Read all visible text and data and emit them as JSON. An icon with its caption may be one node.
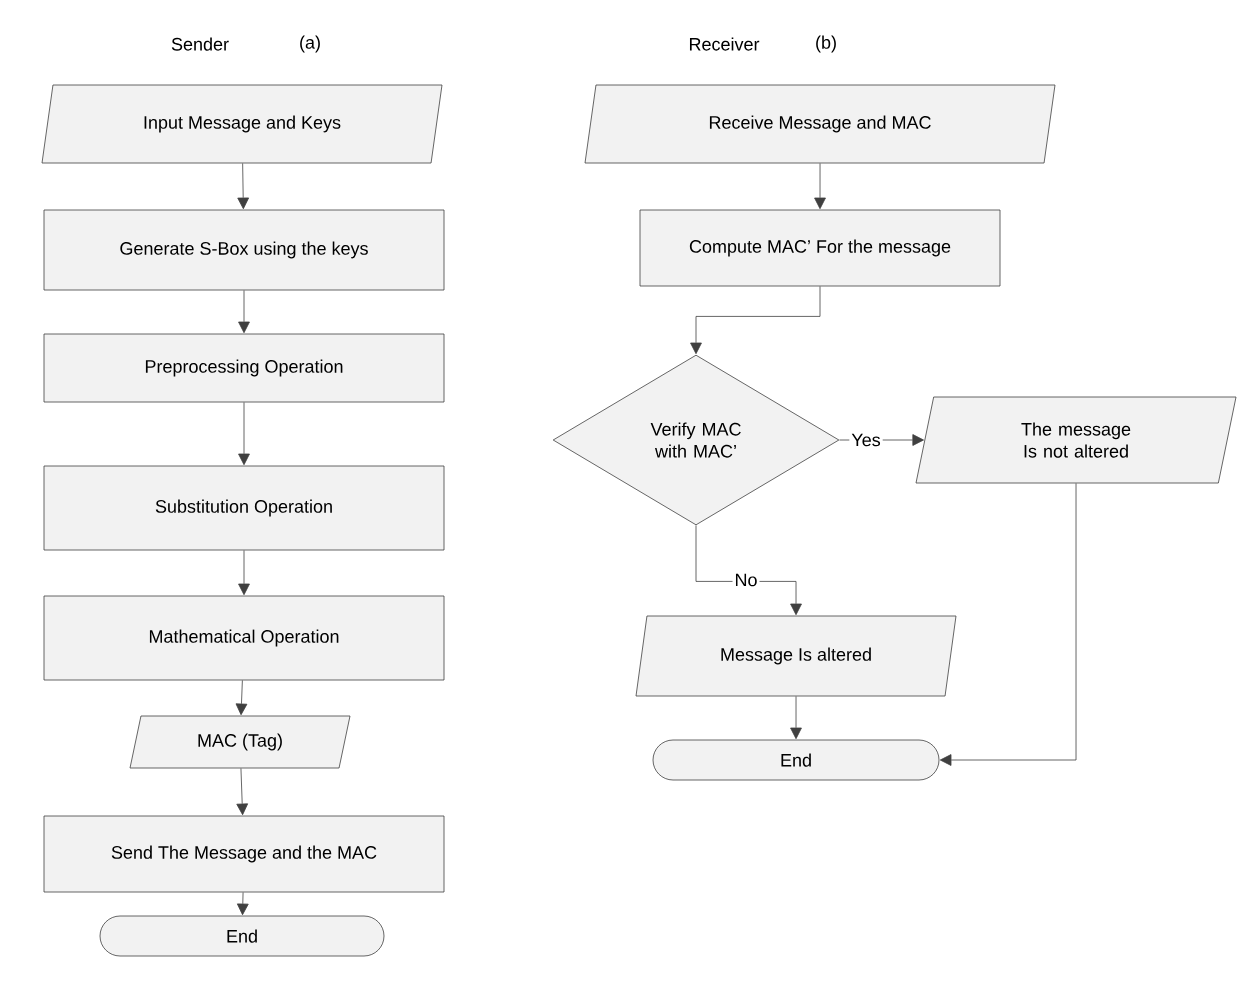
{
  "diagram": {
    "nodes": [
      {
        "text": [
          "Input Message and Keys"
        ]
      },
      {
        "text": [
          "Generate S-Box using the keys"
        ]
      },
      {
        "text": [
          "Preprocessing Operation"
        ]
      },
      {
        "text": [
          "Substitution Operation"
        ]
      },
      {
        "text": [
          "Mathematical Operation"
        ]
      },
      {
        "text": [
          "MAC (Tag)"
        ]
      },
      {
        "text": [
          "Send The Message and the MAC"
        ]
      },
      {
        "text": [
          "End"
        ]
      },
      {
        "text": [
          "Receive Message and MAC"
        ]
      },
      {
        "text": [
          "Compute MAC’ For the message"
        ]
      },
      {
        "text": [
          "Verify MAC with MAC’"
        ]
      },
      {
        "text": [
          "The message Is not altered"
        ]
      },
      {
        "text": [
          "Message Is altered"
        ]
      },
      {
        "text": [
          "End"
        ]
      }
    ],
    "edges": [
      {
        "from": 0,
        "to": 1,
        "arrow": "to"
      },
      {
        "from": 1,
        "to": 2,
        "arrow": "to"
      },
      {
        "from": 2,
        "to": 3,
        "arrow": "to"
      },
      {
        "from": 3,
        "to": 4,
        "arrow": "to"
      },
      {
        "from": 4,
        "to": 5,
        "arrow": "to"
      },
      {
        "from": 5,
        "to": 6,
        "arrow": "to"
      },
      {
        "from": 6,
        "to": 7,
        "arrow": "to"
      },
      {
        "from": 8,
        "to": 9,
        "arrow": "to"
      },
      {
        "from": 9,
        "to": 10,
        "arrow": "to"
      },
      {
        "from": 10,
        "to": 11,
        "arrow": "to",
        "label": "Yes"
      },
      {
        "from": 10,
        "to": 12,
        "arrow": "to",
        "label": "No"
      },
      {
        "from": 11,
        "to": 13,
        "arrow": "to"
      },
      {
        "from": 12,
        "to": 13,
        "arrow": "to"
      }
    ],
    "labels": [
      "Sender",
      "(a)",
      "Receiver",
      "(b)"
    ]
  }
}
